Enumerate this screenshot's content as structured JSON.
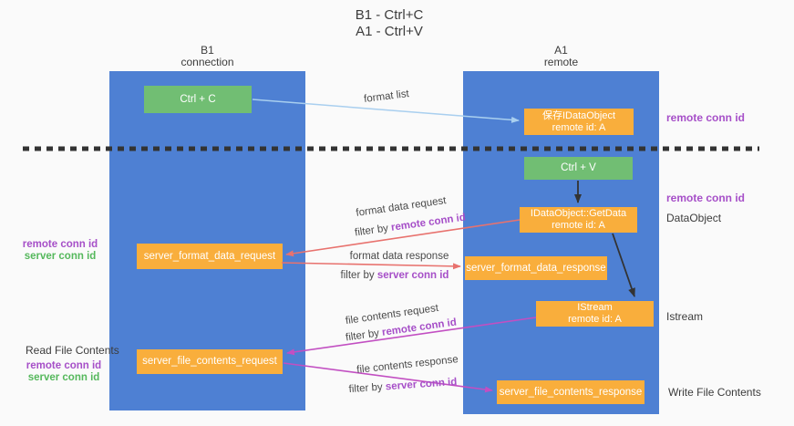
{
  "title": {
    "line1": "B1 - Ctrl+C",
    "line2": "A1 - Ctrl+V"
  },
  "columns": {
    "left": {
      "name": "B1",
      "sub": "connection"
    },
    "right": {
      "name": "A1",
      "sub": "remote"
    }
  },
  "boxes": {
    "ctrl_c": "Ctrl + C",
    "ctrl_v": "Ctrl + V",
    "save_idataobject": {
      "line1": "保存IDataObject",
      "line2": "remote id: A"
    },
    "getdata": {
      "line1": "IDataObject::GetData",
      "line2": "remote id: A"
    },
    "istream": {
      "line1": "IStream",
      "line2": "remote id: A"
    },
    "format_request": "server_format_data_request",
    "format_response": "server_format_data_response",
    "file_request": "server_file_contents_request",
    "file_response": "server_file_contents_response"
  },
  "labels": {
    "format_list": "format list",
    "format_data_request": "format data request",
    "format_data_response": "format data response",
    "file_contents_request": "file contents request",
    "file_contents_response": "file contents response",
    "filter_by": "filter by ",
    "remote_conn_id": "remote conn id",
    "server_conn_id": "server conn id",
    "dataobject": "DataObject",
    "istream": "Istream",
    "read_file_contents": "Read File Contents",
    "write_file_contents": "Write File Contents"
  },
  "colors": {
    "column_blue": "#4e80d3",
    "box_green": "#71be73",
    "box_orange": "#f9ae3c",
    "arrow_lightblue": "#a9cfef",
    "arrow_salmon": "#e8726e",
    "arrow_magenta": "#c24fc2",
    "arrow_black": "#333333",
    "text_purple": "#a64fc8",
    "text_green": "#55b85c",
    "background": "#fafafa"
  }
}
